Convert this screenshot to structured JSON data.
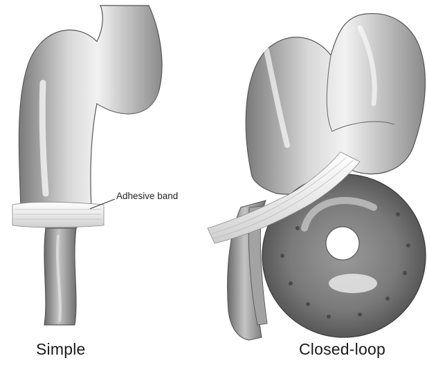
{
  "labels": {
    "adhesive_band": "Adhesive band",
    "simple": "Simple",
    "closed_loop": "Closed-loop"
  },
  "panels": [
    {
      "id": "simple",
      "depicts": "single intestinal loop constricted by one adhesive band"
    },
    {
      "id": "closed-loop",
      "depicts": "intestinal loop twisted and trapped by adhesive band forming a dilated ring"
    }
  ],
  "colors": {
    "bowel_light": "#e9e9e9",
    "bowel_mid": "#b8b8b8",
    "bowel_dark": "#6e6e6e",
    "band": "#f4f4f4",
    "text": "#1a1a1a"
  }
}
